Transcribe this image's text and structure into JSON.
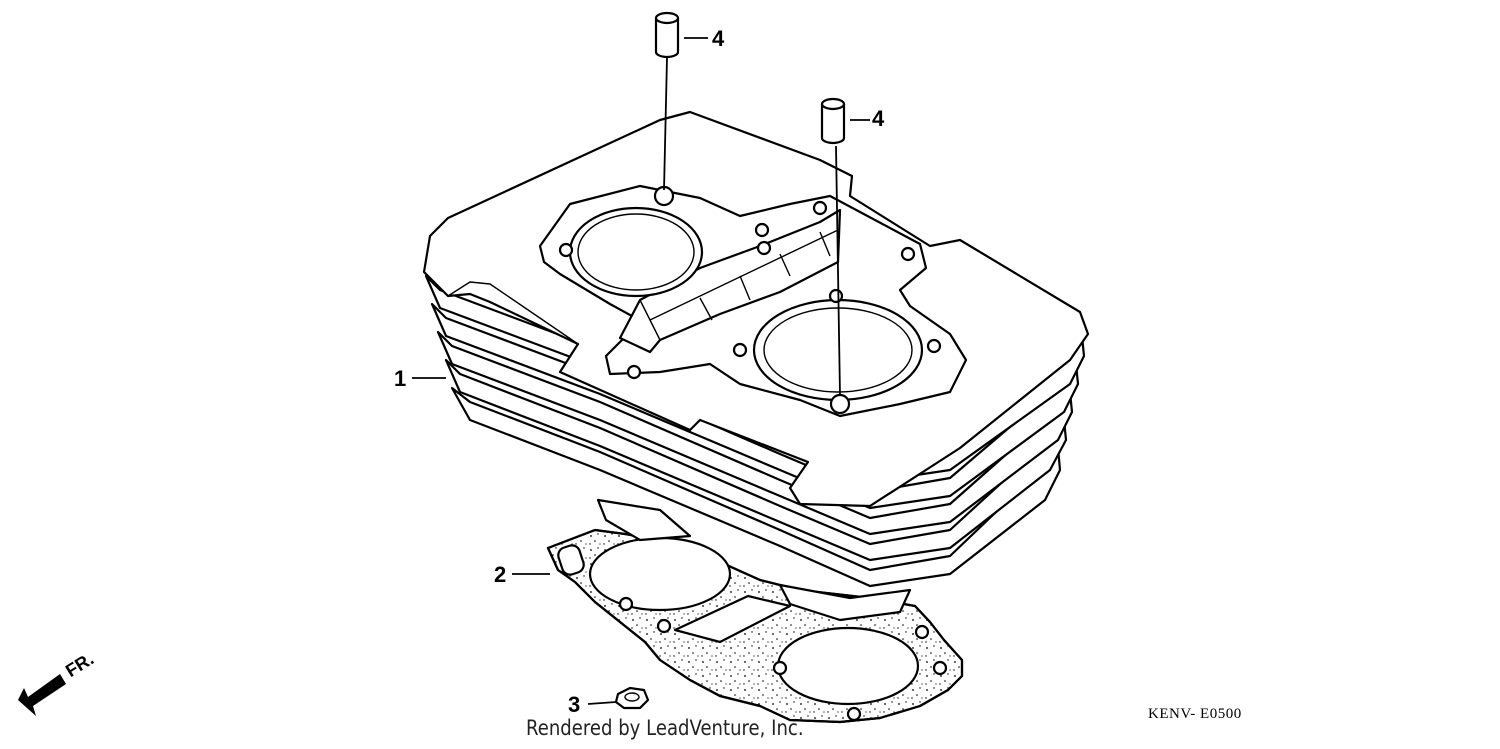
{
  "callouts": [
    {
      "id": "cylinder",
      "label": "1"
    },
    {
      "id": "gasket",
      "label": "2"
    },
    {
      "id": "nut",
      "label": "3"
    },
    {
      "id": "dowel-a",
      "label": "4"
    },
    {
      "id": "dowel-b",
      "label": "4"
    }
  ],
  "direction_indicator": "FR.",
  "drawing_code": "KENV- E0500",
  "watermark": "Rendered by LeadVenture, Inc."
}
